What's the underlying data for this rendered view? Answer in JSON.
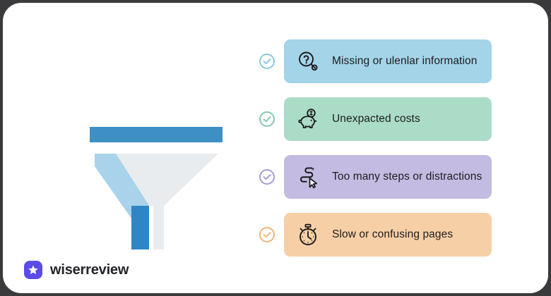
{
  "slide": {
    "background_color": "#3a3a3c",
    "card_color": "#ffffff"
  },
  "funnel": {
    "name": "conversion-funnel-illustration",
    "top_bar_color": "#3d8fc4",
    "body_color": "#e9ecee",
    "edge_highlight_color": "#a8d3ea",
    "stem_accent_color": "#2f86c4"
  },
  "reasons": [
    {
      "label": "Missing or ulenlar information",
      "card_color": "#a3d4e8",
      "check_color": "#8cc7de",
      "icon": "magnifier-question-icon"
    },
    {
      "label": "Unexpacted costs",
      "card_color": "#abdcc8",
      "check_color": "#86c9ac",
      "icon": "piggy-bank-icon"
    },
    {
      "label": "Too many steps or distractions",
      "card_color": "#c3bbe2",
      "check_color": "#a79bd4",
      "icon": "winding-path-cursor-icon"
    },
    {
      "label": "Slow or confusing pages",
      "card_color": "#f7cfa6",
      "check_color": "#f0b679",
      "icon": "stopwatch-icon"
    }
  ],
  "brand": {
    "name": "wiserreview",
    "mark_color": "#5b4ce8",
    "mark_icon": "star-icon"
  }
}
